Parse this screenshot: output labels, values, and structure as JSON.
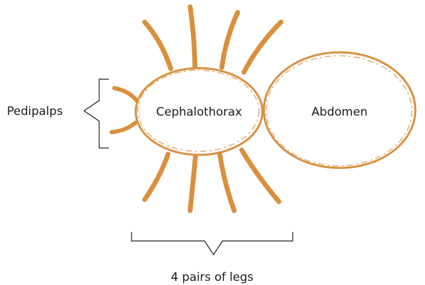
{
  "colors": {
    "anatomy_stroke": "#d98f3c",
    "bracket_stroke": "#1a1a1a",
    "text": "#1a1a1a",
    "background": "#ffffff"
  },
  "labels": {
    "pedipalps": "Pedipalps",
    "cephalothorax": "Cephalothorax",
    "abdomen": "Abdomen",
    "legs": "4 pairs of legs"
  }
}
